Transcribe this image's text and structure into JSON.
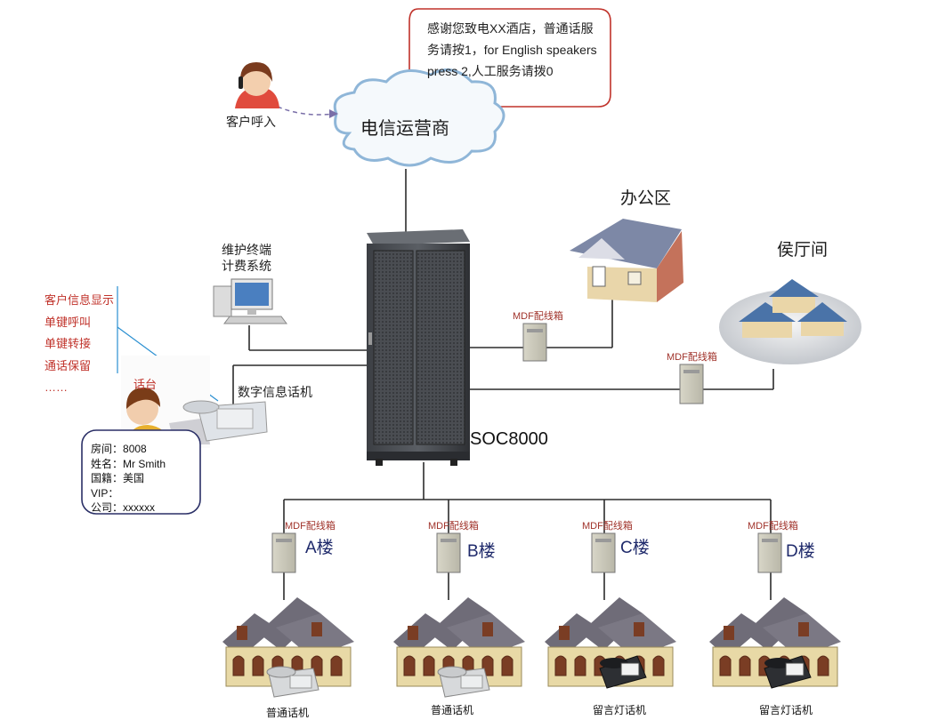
{
  "bubble": {
    "text": "感谢您致电XX酒店，普通话服务请按1，for English speakers press 2,人工服务请拨0"
  },
  "caller_label": "客户呼入",
  "cloud_label": "电信运营商",
  "office_label": "办公区",
  "lobby_label": "侯厅间",
  "maint_label_1": "维护终端",
  "maint_label_2": "计费系统",
  "pbx_label": "SOC8000",
  "phone_label": "数字信息话机",
  "operator_label": "话台",
  "mdf_label": "MDF配线箱",
  "features": [
    "客户信息显示",
    "单键呼叫",
    "单键转接",
    "通话保留",
    "……"
  ],
  "guest_info": [
    {
      "key": "房间：",
      "value": "8008"
    },
    {
      "key": "姓名：",
      "value": "Mr Smith"
    },
    {
      "key": "国籍：",
      "value": "美国"
    },
    {
      "key": "VIP：",
      "value": ""
    },
    {
      "key": "公司：",
      "value": "xxxxxx"
    }
  ],
  "buildings": [
    {
      "name": "A楼",
      "phone": "普通话机",
      "type": "plain"
    },
    {
      "name": "B楼",
      "phone": "普通话机",
      "type": "plain"
    },
    {
      "name": "C楼",
      "phone": "留言灯话机",
      "type": "msg"
    },
    {
      "name": "D楼",
      "phone": "留言灯话机",
      "type": "msg"
    }
  ],
  "colors": {
    "line": "#2c2c2c",
    "dashed": "#7a6fa8",
    "mdf_text": "#a0322a",
    "roof": "#6f6c78",
    "wall": "#e8d9a6",
    "navy": "#1f2a6b",
    "feature_red": "#c0322a"
  }
}
